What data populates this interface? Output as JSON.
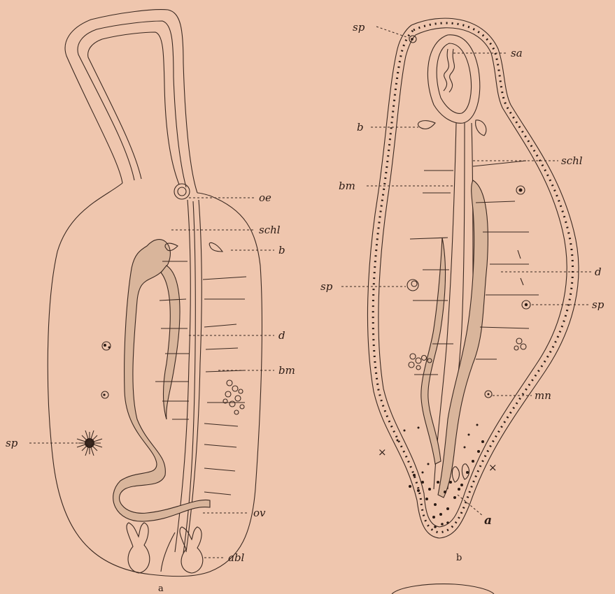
{
  "figure_a": {
    "caption": "a",
    "labels": {
      "oe": "oe",
      "schl": "schl",
      "b": "b",
      "d": "d",
      "bm": "bm",
      "sp": "sp",
      "ov": "ov",
      "abl": "abl"
    }
  },
  "figure_b": {
    "caption": "b",
    "labels": {
      "sp_top": "sp",
      "sa": "sa",
      "b": "b",
      "schl": "schl",
      "bm": "bm",
      "d": "d",
      "sp_left": "sp",
      "sp_right": "sp",
      "mn": "mn",
      "a": "a",
      "x_left": "×",
      "x_right": "×"
    }
  },
  "colors": {
    "paper": "#efc6ae",
    "ink": "#2a1a14"
  }
}
